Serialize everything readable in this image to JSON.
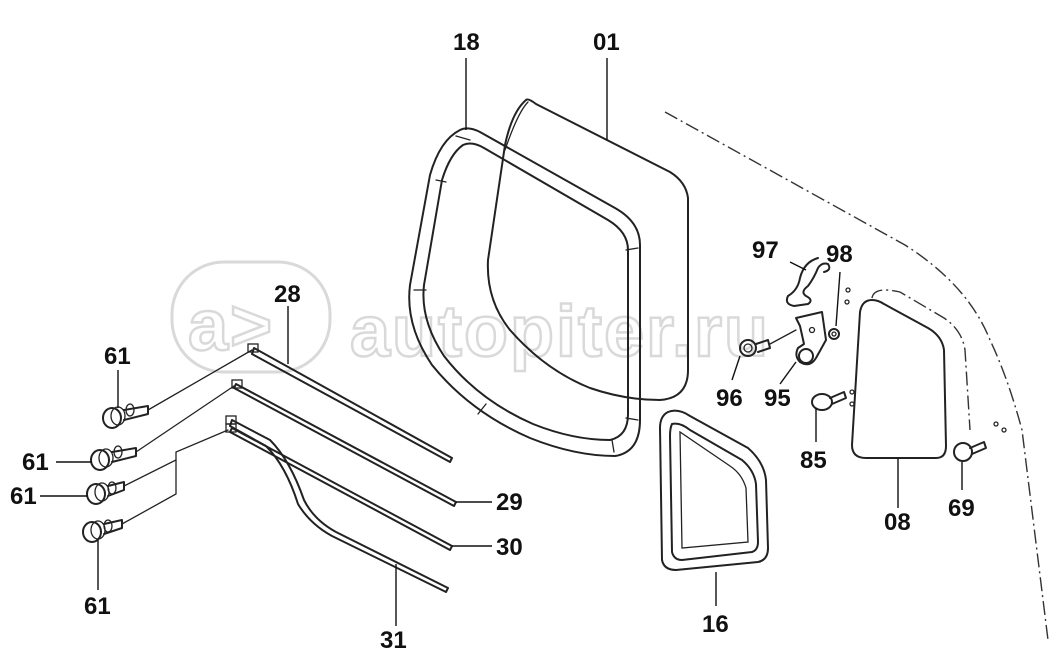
{
  "watermark": {
    "text": "autopiter.ru"
  },
  "callouts": {
    "c18": "18",
    "c01": "01",
    "c28": "28",
    "c97": "97",
    "c98": "98",
    "c96": "96",
    "c95": "95",
    "c85": "85",
    "c08": "08",
    "c69": "69",
    "c29": "29",
    "c30": "30",
    "c31": "31",
    "c16": "16",
    "c61a": "61",
    "c61b": "61",
    "c61c": "61",
    "c61d": "61"
  }
}
